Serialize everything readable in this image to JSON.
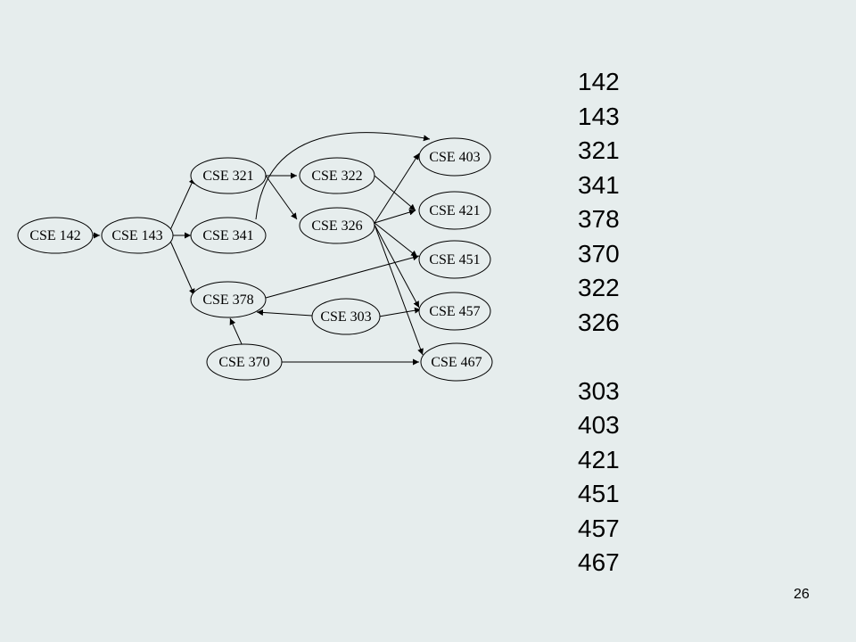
{
  "graph": {
    "nodes": [
      {
        "id": "n142",
        "label": "CSE 142"
      },
      {
        "id": "n143",
        "label": "CSE 143"
      },
      {
        "id": "n321",
        "label": "CSE 321"
      },
      {
        "id": "n341",
        "label": "CSE 341"
      },
      {
        "id": "n378",
        "label": "CSE 378"
      },
      {
        "id": "n370",
        "label": "CSE 370"
      },
      {
        "id": "n322",
        "label": "CSE 322"
      },
      {
        "id": "n326",
        "label": "CSE 326"
      },
      {
        "id": "n303",
        "label": "CSE 303"
      },
      {
        "id": "n403",
        "label": "CSE 403"
      },
      {
        "id": "n421",
        "label": "CSE 421"
      },
      {
        "id": "n451",
        "label": "CSE 451"
      },
      {
        "id": "n457",
        "label": "CSE 457"
      },
      {
        "id": "n467",
        "label": "CSE 467"
      }
    ],
    "edges": [
      {
        "from": "n142",
        "to": "n143"
      },
      {
        "from": "n143",
        "to": "n321"
      },
      {
        "from": "n143",
        "to": "n341"
      },
      {
        "from": "n143",
        "to": "n378"
      },
      {
        "from": "n321",
        "to": "n322"
      },
      {
        "from": "n321",
        "to": "n326"
      },
      {
        "from": "n341",
        "to": "n403"
      },
      {
        "from": "n322",
        "to": "n421"
      },
      {
        "from": "n326",
        "to": "n403"
      },
      {
        "from": "n326",
        "to": "n421"
      },
      {
        "from": "n326",
        "to": "n451"
      },
      {
        "from": "n326",
        "to": "n457"
      },
      {
        "from": "n326",
        "to": "n467"
      },
      {
        "from": "n378",
        "to": "n451"
      },
      {
        "from": "n303",
        "to": "n378"
      },
      {
        "from": "n303",
        "to": "n457"
      },
      {
        "from": "n370",
        "to": "n378"
      },
      {
        "from": "n370",
        "to": "n467"
      }
    ]
  },
  "order_list": {
    "items": [
      "142",
      "143",
      "321",
      "341",
      "378",
      "370",
      "322",
      "326",
      "",
      "303",
      "403",
      "421",
      "451",
      "457",
      "467"
    ]
  },
  "page_number": "26"
}
